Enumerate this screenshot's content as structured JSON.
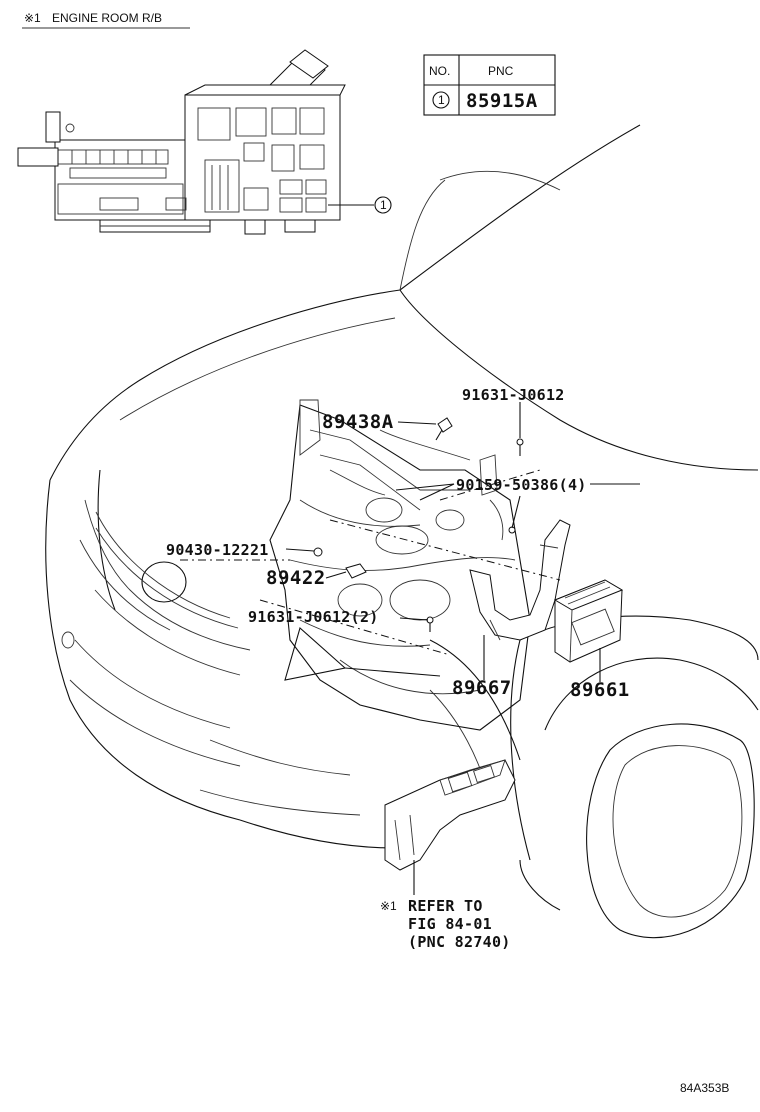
{
  "inset": {
    "marker": "※1",
    "title": "ENGINE ROOM R/B"
  },
  "pnc_table": {
    "header_no": "NO.",
    "header_pnc": "PNC",
    "rows": [
      {
        "no": "1",
        "pnc": "85915A"
      }
    ]
  },
  "callout_inset": "1",
  "labels": {
    "p89438a": "89438A",
    "p91631_top": "91631-J0612",
    "p90159": "90159-50386(4)",
    "p90430": "90430-12221",
    "p89422": "89422",
    "p91631_2": "91631-J0612(2)",
    "p89667": "89667",
    "p89661": "89661"
  },
  "refer_note": {
    "marker": "※1",
    "line1": "REFER TO",
    "line2": "FIG 84-01",
    "line3": "(PNC 82740)"
  },
  "figure_code": "84A353B"
}
